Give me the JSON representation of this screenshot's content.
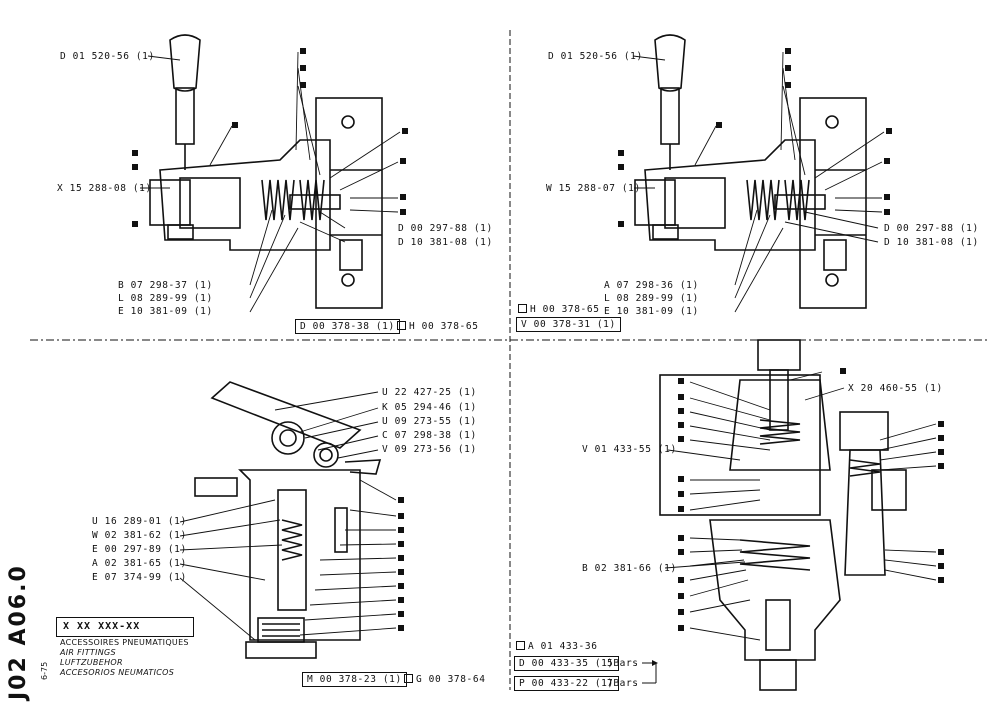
{
  "sheet": {
    "code_vertical": "J02 A06.0",
    "date_vertical": "6-75",
    "model": "X XX XXX-XX",
    "titles": [
      "ACCESSOIRES PNEUMATIQUES",
      "AIR FITTINGS",
      "LUFTZUBEHOR",
      "ACCESORIOS NEUMATICOS"
    ]
  },
  "q1": {
    "labels": {
      "a": "D 01 520-56 (1)",
      "b": "X 15 288-08 (1)",
      "c": "D 00 297-88 (1)",
      "d": "D 10 381-08 (1)",
      "e": "B 07 298-37 (1)",
      "f": "L 08 289-99 (1)",
      "g": "E 10 381-09 (1)"
    },
    "ref": "D 00 378-38 (1)",
    "alt": "H 00 378-65"
  },
  "q2": {
    "labels": {
      "a": "D 01 520-56 (1)",
      "b": "W 15 288-07 (1)",
      "c": "D 00 297-88 (1)",
      "d": "D 10 381-08 (1)",
      "e": "A 07 298-36 (1)",
      "f": "L 08 289-99 (1)",
      "g": "E 10 381-09 (1)"
    },
    "alt": "H 00 378-65",
    "ref": "V 00 378-31 (1)"
  },
  "q3": {
    "labels": {
      "a": "U 22 427-25 (1)",
      "b": "K 05 294-46 (1)",
      "c": "U 09 273-55 (1)",
      "d": "C 07 298-38 (1)",
      "e": "V 09 273-56 (1)",
      "f": "U 16 289-01 (1)",
      "g": "W 02 381-62 (1)",
      "h": "E 00 297-89 (1)",
      "i": "A 02 381-65 (1)",
      "j": "E 07 374-99 (1)"
    },
    "ref": "M 00 378-23 (1)",
    "alt": "G 00 378-64"
  },
  "q4": {
    "labels": {
      "a": "X 20 460-55 (1)",
      "b": "V 01 433-55 (1)",
      "c": "B 02 381-66 (1)"
    },
    "alt": "A 01 433-36",
    "ref1": "D 00 433-35 (1)",
    "ref1_note": "5Bars",
    "ref2": "P 00 433-22 (1)",
    "ref2_note": "7Bars"
  }
}
